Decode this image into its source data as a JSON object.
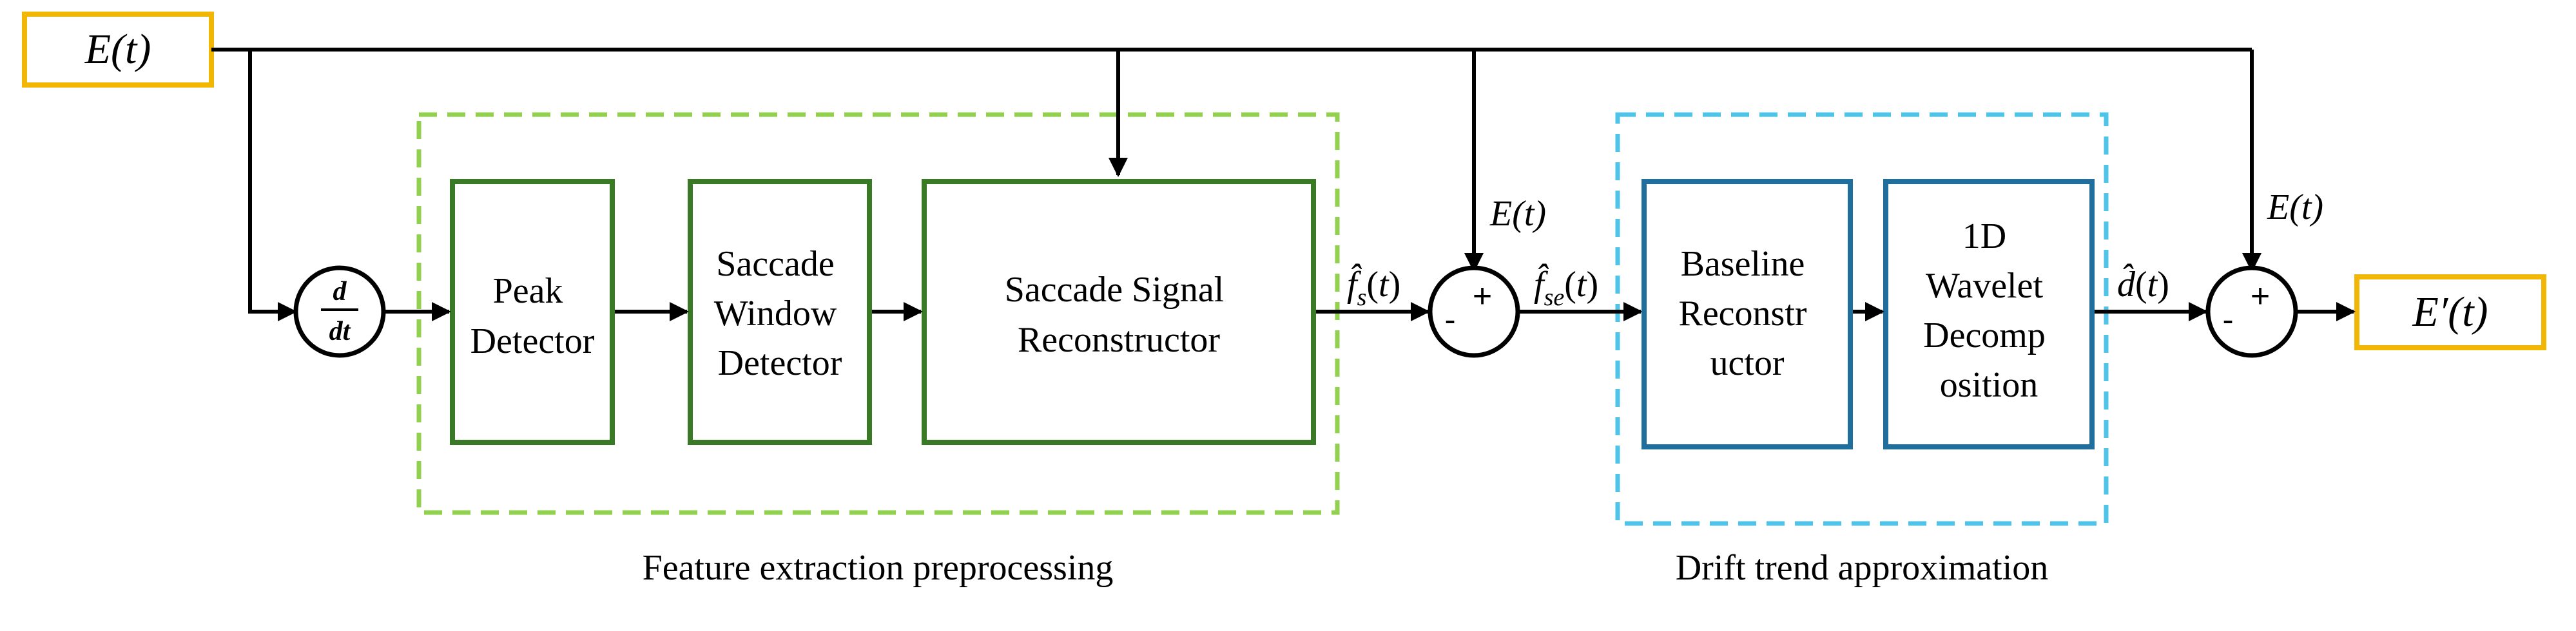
{
  "colors": {
    "io_border": "#F2B705",
    "green_block": "#3A7A26",
    "green_group": "#92D050",
    "blue_block": "#1F6E9C",
    "blue_group": "#4FC3E8",
    "line": "#000000"
  },
  "input": {
    "label": "E(t)"
  },
  "output": {
    "label": "E′(t)"
  },
  "derivative": {
    "top": "d",
    "bottom": "dt"
  },
  "feature_group": {
    "caption": "Feature extraction preprocessing",
    "blocks": [
      {
        "lines": [
          "Peak",
          "Detector"
        ]
      },
      {
        "lines": [
          "Saccade",
          "Window",
          "Detector"
        ]
      },
      {
        "lines": [
          "Saccade Signal",
          "Reconstructor"
        ]
      }
    ]
  },
  "drift_group": {
    "caption": "Drift trend approximation",
    "blocks": [
      {
        "lines": [
          "Baseline",
          "Reconstr",
          "uctor"
        ]
      },
      {
        "lines": [
          "1D",
          "Wavelet",
          "Decomp",
          "osition"
        ]
      }
    ]
  },
  "signals": {
    "fs": "f̂s(t)",
    "fse": "f̂se(t)",
    "d": "d̂(t)",
    "e1": "E(t)",
    "e2": "E(t)"
  },
  "summers": {
    "first": {
      "plus": "+",
      "minus": "-"
    },
    "second": {
      "plus": "+",
      "minus": "-"
    }
  }
}
